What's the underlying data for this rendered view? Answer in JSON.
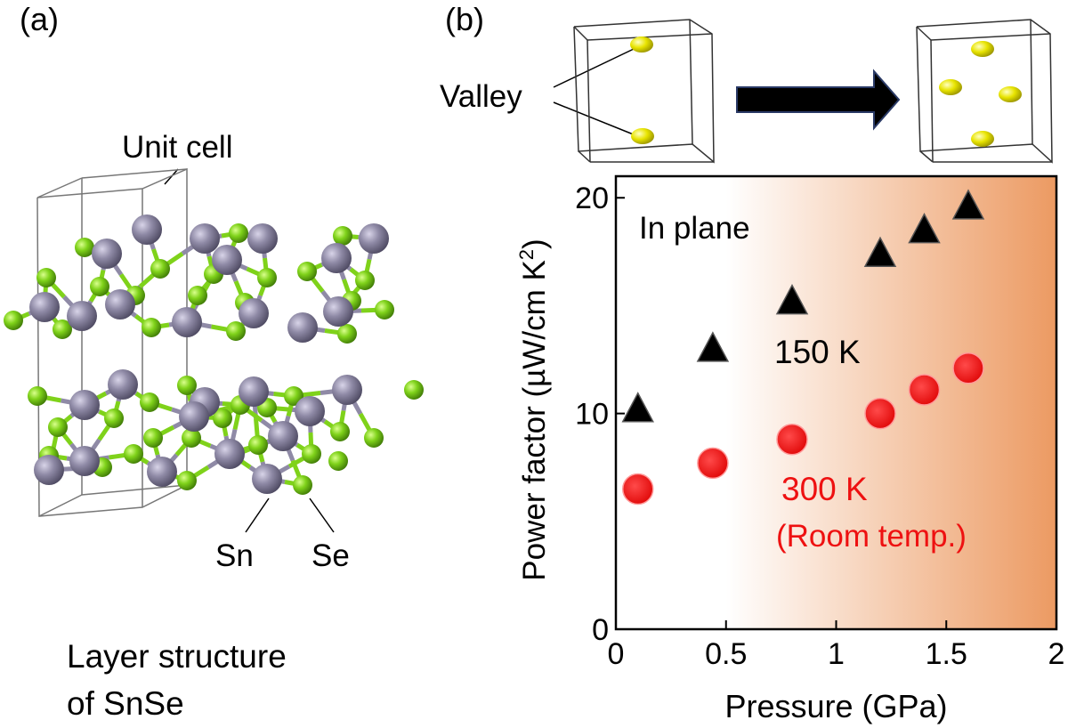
{
  "panel_a": {
    "label": "(a)",
    "unit_cell_label": "Unit cell",
    "sn_label": "Sn",
    "se_label": "Se",
    "caption_line1": "Layer structure",
    "caption_line2": "of SnSe",
    "colors": {
      "sn": "#8f8aa6",
      "se": "#7fd21a",
      "cell_line": "#777777"
    }
  },
  "panel_b": {
    "label": "(b)",
    "valley_label": "Valley",
    "colors": {
      "valley": "#e8e400",
      "arrow": "#000000",
      "box": "#333333"
    }
  },
  "chart_data": {
    "type": "scatter",
    "annotation": "In plane",
    "xlabel": "Pressure (GPa)",
    "ylabel_main": "Power factor (µW/cm K",
    "ylabel_sup": "2",
    "ylabel_end": ")",
    "xlim": [
      0,
      2
    ],
    "ylim": [
      0,
      21
    ],
    "xticks": [
      0,
      0.5,
      1,
      1.5,
      2
    ],
    "xtick_labels": [
      "0",
      "0.5",
      "1",
      "1.5",
      "2"
    ],
    "yticks": [
      0,
      10,
      20
    ],
    "ytick_labels": [
      "0",
      "10",
      "20"
    ],
    "background_gradient": {
      "from": "#ffffff",
      "to": "#ec9a62",
      "start_x": 0.5
    },
    "grid": false,
    "series": [
      {
        "name": "150 K",
        "marker": "triangle",
        "color": "#000000",
        "points": [
          [
            0.1,
            10.2
          ],
          [
            0.44,
            13.0
          ],
          [
            0.8,
            15.2
          ],
          [
            1.2,
            17.4
          ],
          [
            1.4,
            18.5
          ],
          [
            1.6,
            19.6
          ]
        ]
      },
      {
        "name": "300 K",
        "name_line2": "(Room temp.)",
        "marker": "circle",
        "color": "#ee1111",
        "points": [
          [
            0.1,
            6.5
          ],
          [
            0.44,
            7.7
          ],
          [
            0.8,
            8.8
          ],
          [
            1.2,
            10.0
          ],
          [
            1.4,
            11.1
          ],
          [
            1.6,
            12.1
          ]
        ]
      }
    ]
  }
}
